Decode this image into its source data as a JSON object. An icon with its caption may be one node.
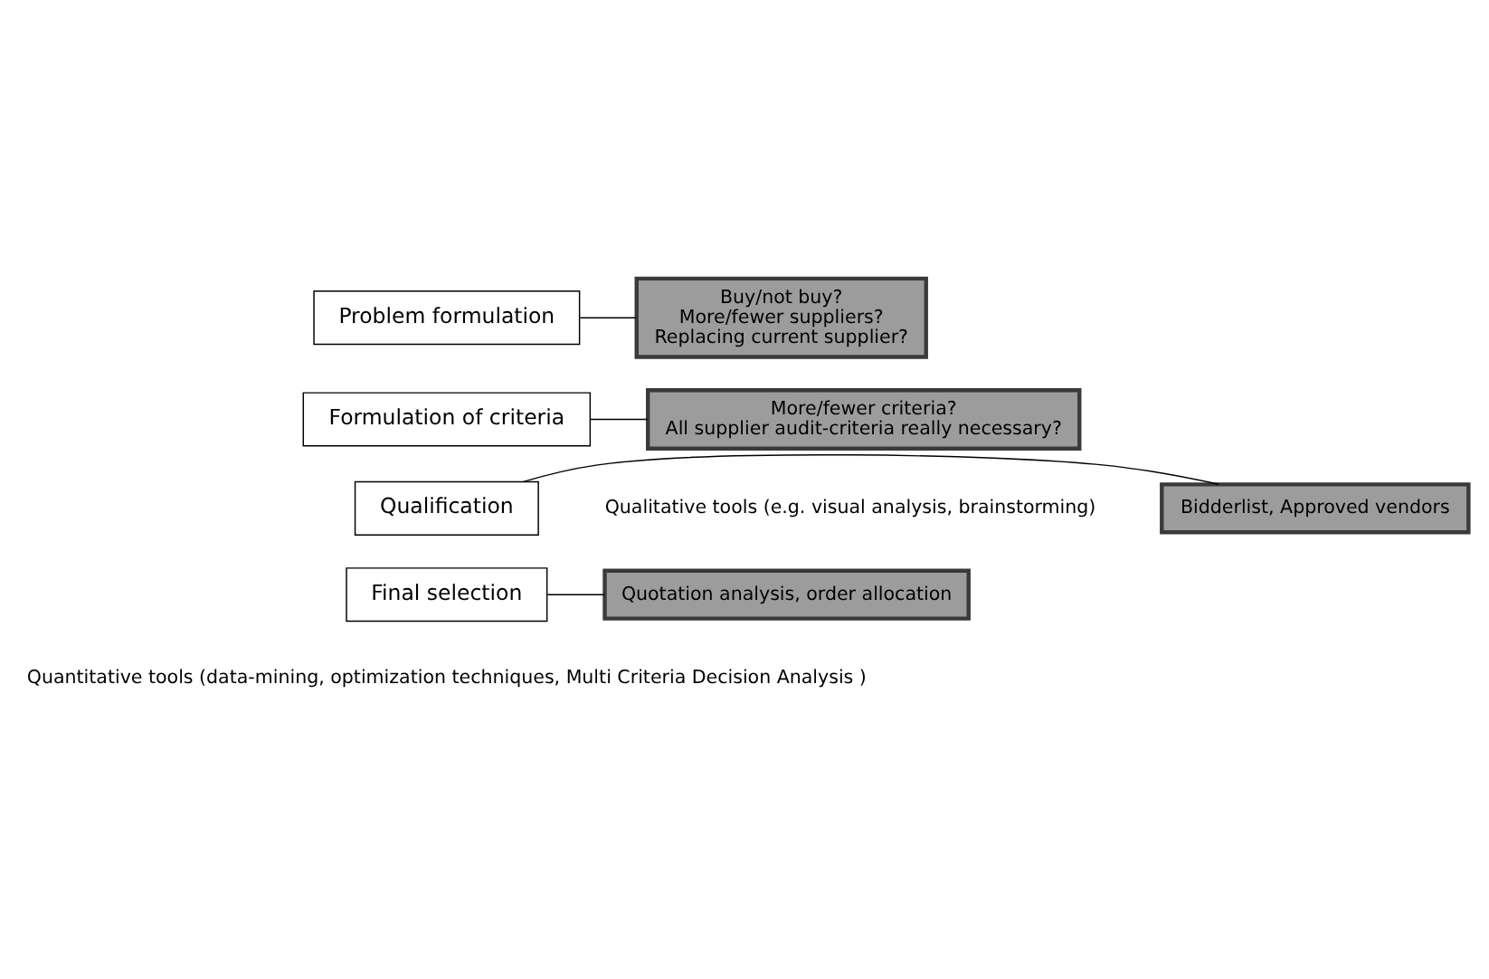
{
  "diagram": {
    "nodes": [
      {
        "text": [
          "Problem formulation"
        ]
      },
      {
        "text": [
          "Buy/not buy?",
          "More/fewer suppliers?",
          "Replacing current supplier?"
        ]
      },
      {
        "text": [
          "Formulation of criteria"
        ]
      },
      {
        "text": [
          "More/fewer criteria?",
          "All supplier audit-criteria really necessary?"
        ]
      },
      {
        "text": [
          "Qualification"
        ]
      },
      {
        "text": [
          "Bidderlist, Approved vendors"
        ]
      },
      {
        "text": [
          "Final selection"
        ]
      },
      {
        "text": [
          "Quotation analysis, order allocation"
        ]
      }
    ],
    "edges": [
      {
        "from": 0,
        "to": 1,
        "arrow": "none"
      },
      {
        "from": 2,
        "to": 3,
        "arrow": "none"
      },
      {
        "from": 4,
        "to": 5,
        "arrow": "none"
      },
      {
        "from": 6,
        "to": 7,
        "arrow": "none"
      }
    ],
    "labels": [
      "Qualitative tools (e.g. visual analysis, brainstorming)",
      "Quantitative tools (data-mining, optimization techniques, Multi Criteria Decision Analysis )"
    ]
  }
}
